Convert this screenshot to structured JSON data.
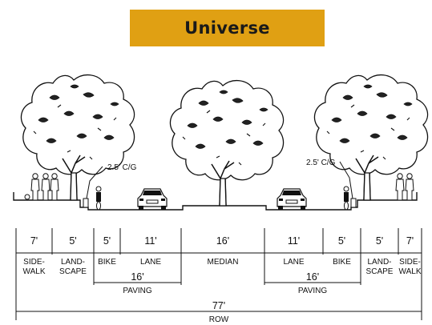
{
  "title": "Universe",
  "callouts": {
    "curb_left": "2.5' C/G",
    "curb_right": "2.5' C/G"
  },
  "segments": [
    {
      "dim": "7'",
      "label1": "SIDE-",
      "label2": "WALK"
    },
    {
      "dim": "5'",
      "label1": "LAND-",
      "label2": "SCAPE"
    },
    {
      "dim": "5'",
      "label1": "BIKE",
      "label2": ""
    },
    {
      "dim": "11'",
      "label1": "LANE",
      "label2": ""
    },
    {
      "dim": "16'",
      "label1": "MEDIAN",
      "label2": ""
    },
    {
      "dim": "11'",
      "label1": "LANE",
      "label2": ""
    },
    {
      "dim": "5'",
      "label1": "BIKE",
      "label2": ""
    },
    {
      "dim": "5'",
      "label1": "LAND-",
      "label2": "SCAPE"
    },
    {
      "dim": "7'",
      "label1": "SIDE-",
      "label2": "WALK"
    }
  ],
  "paving": [
    {
      "dim": "16'",
      "label": "PAVING"
    },
    {
      "dim": "16'",
      "label": "PAVING"
    }
  ],
  "row": {
    "dim": "77'",
    "label": "ROW"
  }
}
